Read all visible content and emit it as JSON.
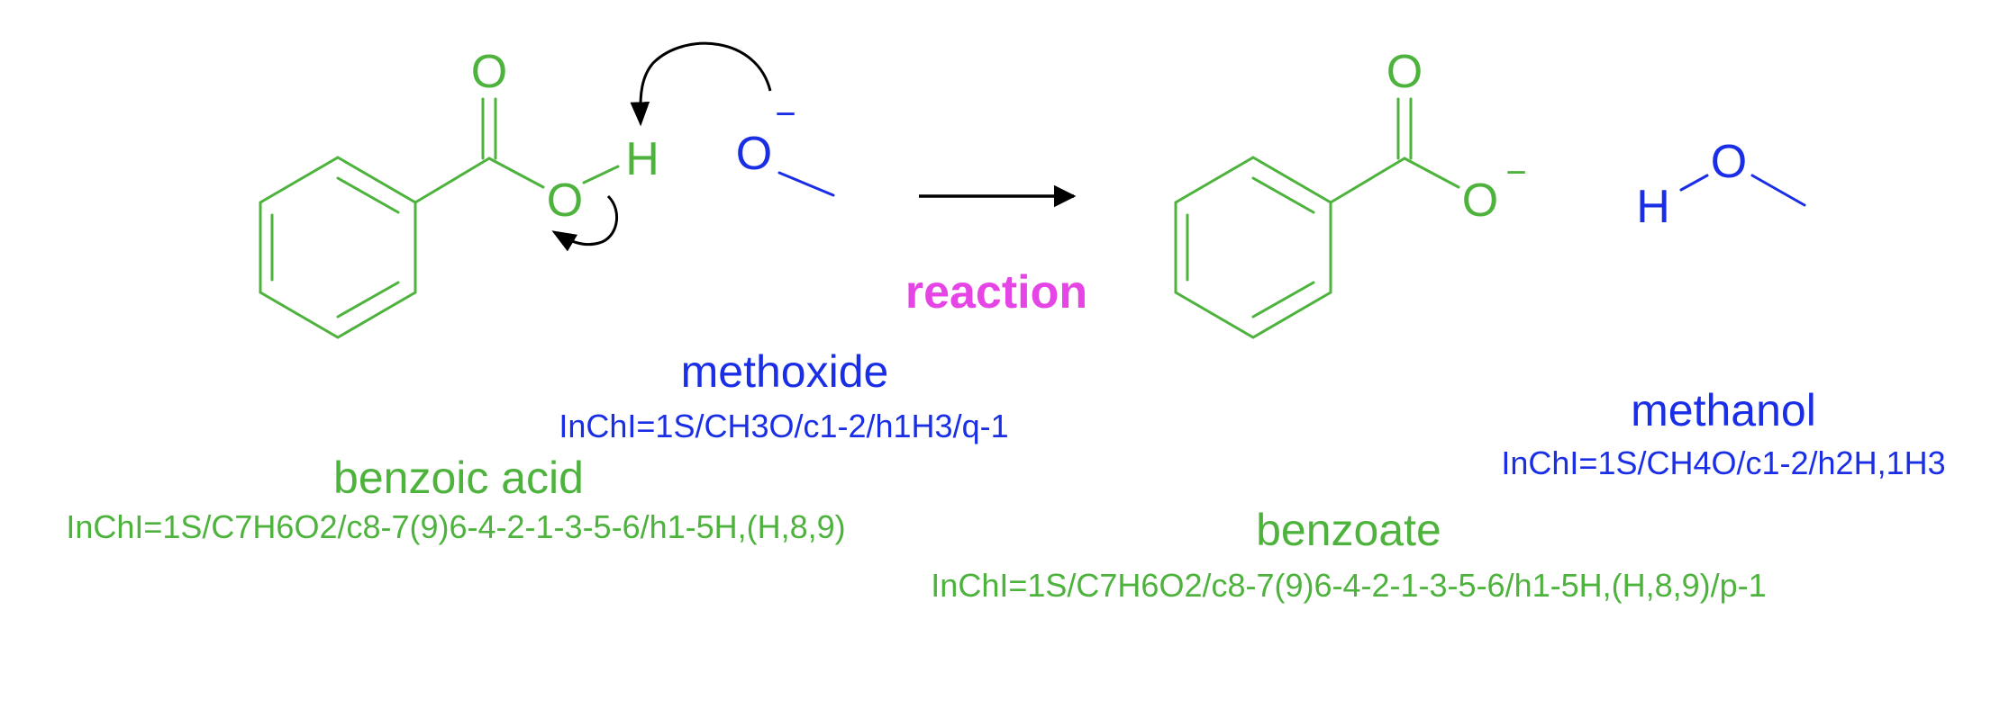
{
  "colors": {
    "green": "#4db33d",
    "blue": "#1a2ee6",
    "magenta": "#e645e6",
    "black": "#000000"
  },
  "benzoic_acid": {
    "name": "benzoic acid",
    "inchi": "InChI=1S/C7H6O2/c8-7(9)6-4-2-1-3-5-6/h1-5H,(H,8,9)",
    "atoms": {
      "carbonyl_o": "O",
      "hydroxyl_o": "O",
      "h": "H"
    }
  },
  "methoxide": {
    "name": "methoxide",
    "inchi": "InChI=1S/CH3O/c1-2/h1H3/q-1",
    "atoms": {
      "o": "O",
      "charge": "−"
    }
  },
  "reaction_label": "reaction",
  "benzoate": {
    "name": "benzoate",
    "inchi": "InChI=1S/C7H6O2/c8-7(9)6-4-2-1-3-5-6/h1-5H,(H,8,9)/p-1",
    "atoms": {
      "carbonyl_o": "O",
      "o": "O",
      "charge": "−"
    }
  },
  "methanol": {
    "name": "methanol",
    "inchi": "InChI=1S/CH4O/c1-2/h2H,1H3",
    "atoms": {
      "h": "H",
      "o": "O"
    }
  }
}
